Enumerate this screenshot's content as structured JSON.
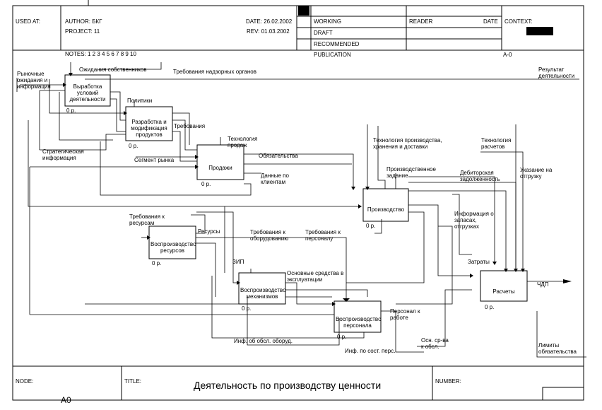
{
  "header": {
    "used_at": "USED AT:",
    "author": "AUTHOR:  БКГ",
    "project": "PROJECT:  11",
    "date": "DATE:  26.02.2002",
    "rev": "REV:   01.03.2002",
    "notes": "NOTES:  1  2  3  4  5  6  7  8  9  10",
    "status": [
      "WORKING",
      "DRAFT",
      "RECOMMENDED",
      "PUBLICATION"
    ],
    "reader": "READER",
    "reader_date": "DATE",
    "context": "CONTEXT:",
    "node_ref": "A-0"
  },
  "footer": {
    "node": "NODE:",
    "node_value": "A0",
    "title_label": "TITLE:",
    "title": "Деятельность по производству ценности",
    "number": "NUMBER:"
  },
  "blocks": [
    {
      "id": "b1",
      "label": "Выработка условий деятельности",
      "cost": "0 р."
    },
    {
      "id": "b2",
      "label": "Разработка и модификация продуктов",
      "cost": "0 р."
    },
    {
      "id": "b3",
      "label": "Продажи",
      "cost": "0 р."
    },
    {
      "id": "b4",
      "label": "Производство",
      "cost": "0 р."
    },
    {
      "id": "b5",
      "label": "Воспроизводство ресурсов",
      "cost": "0 р."
    },
    {
      "id": "b6",
      "label": "Воспроизводство механизмов",
      "cost": "0 р."
    },
    {
      "id": "b7",
      "label": "Воспроизводство персонала",
      "cost": "0 р."
    },
    {
      "id": "b8",
      "label": "Расчеты",
      "cost": "0 р."
    }
  ],
  "arrow_labels": {
    "a1": "Ожидания собственников",
    "a2": "Требования надзорных органов",
    "a3": "Рыночные ожидания и информация",
    "a4": "Результат деятельности",
    "a5": "Политики",
    "a6": "Требования",
    "a7": "Технология продаж",
    "a8": "Обязательства",
    "a9": "Стратегическая информация",
    "a10": "Сегмент рынка",
    "a11": "Данные по клиентам",
    "a12": "Технология производства, хранения и доставки",
    "a13": "Технология расчетов",
    "a14": "Производственное задание",
    "a15": "Дебиторская задолженность",
    "a16": "Указание на отгрузку",
    "a17": "Требования к ресурсам",
    "a18": "Ресурсы",
    "a19": "Требования к оборудованию",
    "a20": "Требования к персоналу",
    "a21": "Информация о запасах, отгрузках",
    "a22": "Затраты",
    "a23": "ЗИП",
    "a24": "Основные средства в эксплуатации",
    "a25": "ЧДП",
    "a26": "Персонал к работе",
    "a27": "Инф. об обсл. оборуд.",
    "a28": "Осн. ср-ва к обсл.",
    "a29": "Инф. по сост. перс.",
    "a30": "Лимиты обязательства"
  }
}
